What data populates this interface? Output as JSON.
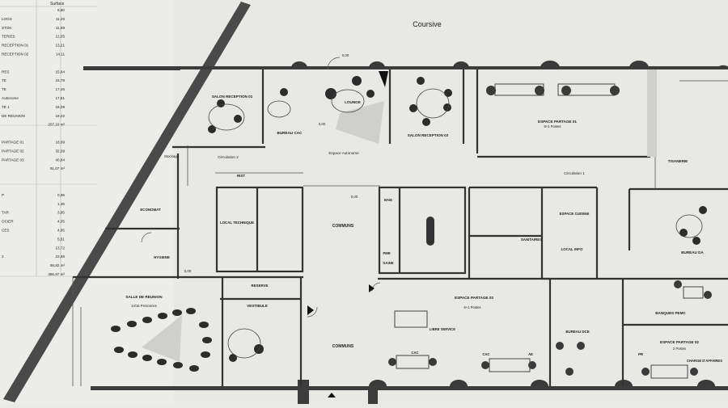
{
  "legend_header": {
    "col1": "",
    "col2": "Surface"
  },
  "legend_rows": [
    {
      "name": "",
      "value": "9,80"
    },
    {
      "name": "LOGS",
      "value": "11,26"
    },
    {
      "name": "STOK",
      "value": "11,58"
    },
    {
      "name": "TERIES",
      "value": "12,05"
    },
    {
      "name": "RECEPTION 01",
      "value": "13,21"
    },
    {
      "name": "RECEPTION 02",
      "value": "14,11"
    },
    {
      "name": "",
      "value": ""
    },
    {
      "name": "RES",
      "value": "15,84"
    },
    {
      "name": "TE",
      "value": "15,78"
    },
    {
      "name": "TE",
      "value": "17,46"
    },
    {
      "name": "Autonome",
      "value": "17,81"
    },
    {
      "name": "TE 1",
      "value": "18,09"
    },
    {
      "name": "DE REUNION",
      "value": "18,22"
    },
    {
      "name": "",
      "value": "207,10 m²"
    },
    {
      "name": "",
      "value": ""
    },
    {
      "name": "PARTAGE 01",
      "value": "18,69"
    },
    {
      "name": "PARTAGE 02",
      "value": "32,09"
    },
    {
      "name": "PARTAGE 03",
      "value": "40,84"
    },
    {
      "name": "",
      "value": "91,07 m²"
    },
    {
      "name": "",
      "value": ""
    },
    {
      "name": "",
      "value": ""
    },
    {
      "name": "P",
      "value": "0,96"
    },
    {
      "name": "",
      "value": "1,36"
    },
    {
      "name": "TAR",
      "value": "3,85"
    },
    {
      "name": "OCIER",
      "value": "4,05"
    },
    {
      "name": "CES",
      "value": "4,85"
    },
    {
      "name": "",
      "value": "5,61"
    },
    {
      "name": "",
      "value": "13,72"
    },
    {
      "name": "2",
      "value": "23,86"
    },
    {
      "name": "",
      "value": "58,82 m²"
    },
    {
      "name": "",
      "value": "386,97 m²"
    }
  ],
  "labels": {
    "coursive": "Coursive",
    "salon_reception_01": "SALON RECEPTION 01",
    "bureau_cac": "BUREAU CAC",
    "lounge": "LOUNGE",
    "salon_reception_02": "SALON RECEPTION 02",
    "espace_partage_01": "ESPACE PARTAGE 01",
    "espace_partage_01_sub": "6+1 Postes",
    "espace_autonome": "Espace Autonome",
    "circulation_2": "Circulation 2",
    "stockage": "Stockage",
    "baie": "BAIE",
    "rist": "RIST",
    "circulation_1": "Circulation 1",
    "tisanerie": "TISANERIE",
    "economat": "ECONOMAT",
    "local_technique": "LOCAL TECHNIQUE",
    "communs_1": "COMMUNS",
    "communs_2": "COMMUNS",
    "sanitaires": "SANITAIRES",
    "espace_cuisine": "ESPACE CUISINE",
    "local_info": "LOCAL INFO",
    "bureau_da": "BUREAU DA",
    "hygiene": "HYGIENE",
    "reserve": "RESERVE",
    "salle_de_reunion": "SALLE DE REUNION",
    "salle_de_reunion_sub": "14/16 Personnes",
    "vestibule": "VESTIBULE",
    "espace_partage_03": "ESPACE PARTAGE 03",
    "espace_partage_03_sub": "6+1 Postes",
    "libre_service": "LIBRE SERVICE",
    "cac_1": "CAC",
    "cac_2": "CAC",
    "ae": "AE",
    "bureau_dce": "BUREAU DCE",
    "banques_pemc": "BANQUES PEMC",
    "espace_partage_02": "ESPACE PARTAGE 02",
    "espace_partage_02_sub": "2 Postes",
    "charge_affaires": "CHARGE D'AFFAIRES",
    "pr": "PR",
    "gaine": "GAINE",
    "pmr_wc": "PMR",
    "level_1": "0,00",
    "level_2": "0,00",
    "level_3": "0,00",
    "level_4": "0,00"
  }
}
